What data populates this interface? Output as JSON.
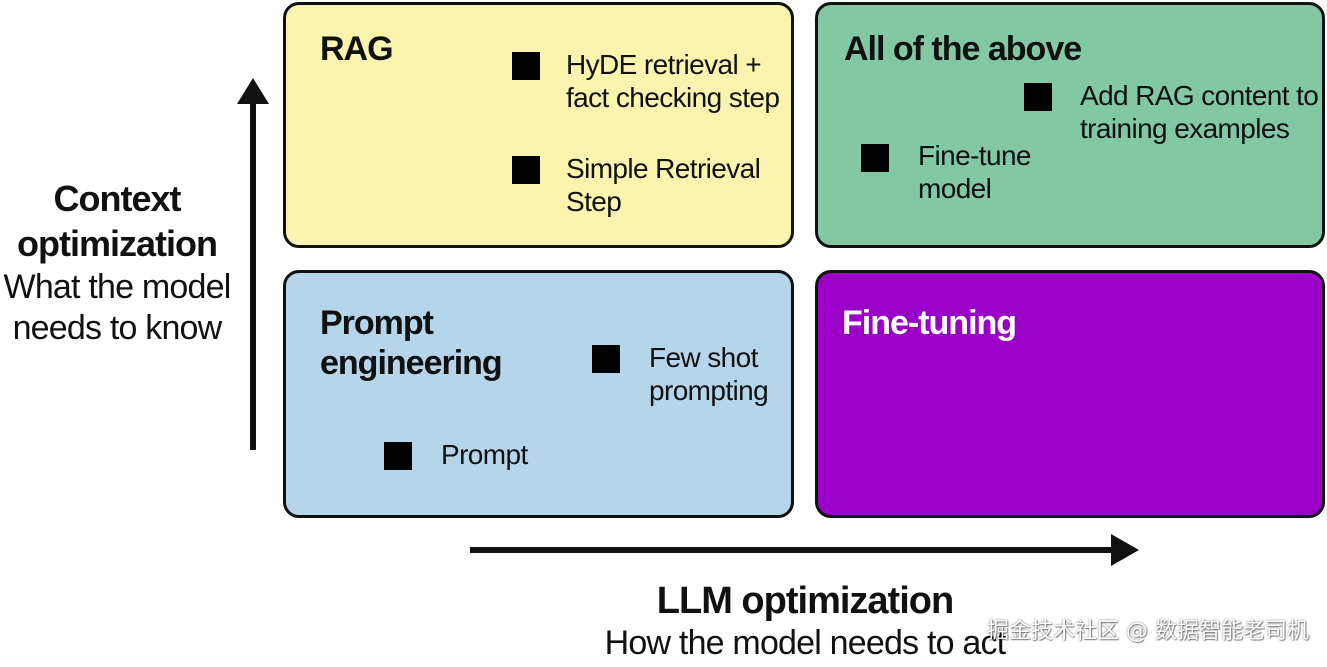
{
  "colors": {
    "rag": "#fbf4ae",
    "all_of_the_above": "#81c8a3",
    "prompt_engineering": "#b4d5ea",
    "fine_tuning": "#9a00c8",
    "ink": "#111111",
    "marker": "#000000"
  },
  "y_axis": {
    "title": "Context\noptimization",
    "subtitle": "What the model\nneeds to know"
  },
  "x_axis": {
    "title": "LLM optimization",
    "subtitle": "How the model needs to act"
  },
  "quadrants": {
    "rag": {
      "title": "RAG",
      "items": [
        {
          "label": "HyDE retrieval +\nfact checking step"
        },
        {
          "label": "Simple Retrieval\nStep"
        }
      ]
    },
    "all": {
      "title": "All of the above",
      "items": [
        {
          "label": "Add RAG content to\ntraining examples"
        },
        {
          "label": "Fine-tune\nmodel"
        }
      ]
    },
    "prompt": {
      "title": "Prompt\nengineering",
      "items": [
        {
          "label": "Few shot\nprompting"
        },
        {
          "label": "Prompt"
        }
      ]
    },
    "finetuning": {
      "title": "Fine-tuning",
      "items": []
    }
  },
  "watermark": "掘金技术社区 @ 数据智能老司机"
}
